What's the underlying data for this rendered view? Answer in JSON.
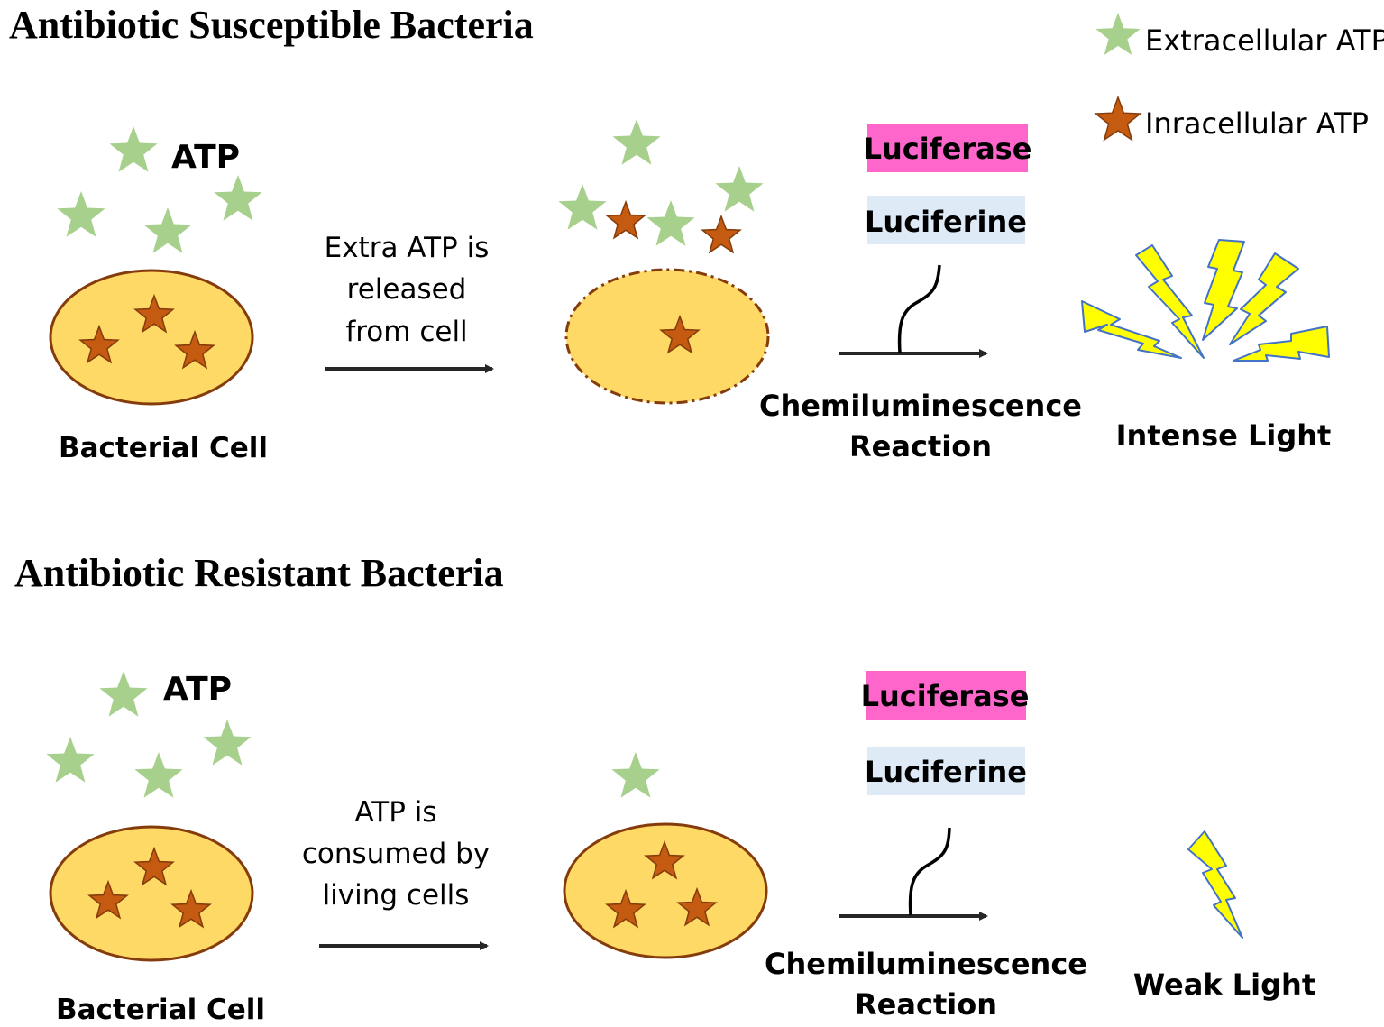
{
  "colors": {
    "extracellular_star": "#a8d08d",
    "intracellular_star": "#c55a11",
    "cell_fill": "#ffd966",
    "cell_border": "#843c0c",
    "luciferase_bg": "#ff66cc",
    "luciferine_bg": "#deebf7",
    "bolt_fill": "#ffff00",
    "bolt_stroke": "#4472c4",
    "arrow": "#262626"
  },
  "legend": {
    "extracellular": "Extracellular ATP",
    "intracellular": "Inracellular ATP"
  },
  "susceptible": {
    "title": "Antibiotic Susceptible Bacteria",
    "atp_label": "ATP",
    "cell_label": "Bacterial Cell",
    "arrow_text": [
      "Extra ATP is",
      "released",
      "from cell"
    ],
    "luciferase": "Luciferase",
    "luciferine": "Luciferine",
    "reaction": [
      "Chemiluminescence",
      "Reaction"
    ],
    "light": "Intense Light"
  },
  "resistant": {
    "title": "Antibiotic Resistant Bacteria",
    "atp_label": "ATP",
    "cell_label": "Bacterial Cell",
    "arrow_text": [
      "ATP is",
      "consumed by",
      "living cells"
    ],
    "luciferase": "Luciferase",
    "luciferine": "Luciferine",
    "reaction": [
      "Chemiluminescence",
      "Reaction"
    ],
    "light": "Weak Light"
  }
}
